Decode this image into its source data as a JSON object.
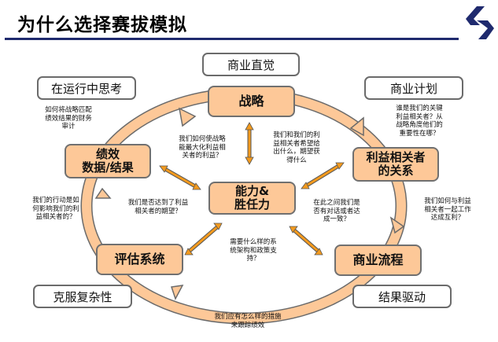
{
  "title": "为什么选择赛拔模拟",
  "logo": {
    "icon": "company-logo-icon",
    "color": "#1f2a6e"
  },
  "colors": {
    "ring_fill": "#fdc898",
    "node_fill": "#fdc898",
    "arrow": "#f39a1e",
    "border": "#707070",
    "rule": "#1f2a6e"
  },
  "outer_labels": {
    "top": "商业直觉",
    "top_left": "在运行中思考",
    "top_right": "商业计划",
    "bottom_left": "克服复杂性",
    "bottom_right": "结果驱动"
  },
  "nodes": {
    "strategy": "战略",
    "stakeholder_line1": "利益相关者",
    "stakeholder_line2": "的关系",
    "process": "商业流程",
    "evaluation": "评估系统",
    "performance_line1": "绩效",
    "performance_line2": "数据/结果",
    "center_line1": "能力&",
    "center_line2": "胜任力"
  },
  "notes": {
    "top_left": [
      "如何将战略匹配",
      "绩效结果的财务",
      "审计"
    ],
    "top_right": [
      "谁是我们的关键",
      "利益相关者？从",
      "战略角度他们的",
      "重要性在哪？"
    ],
    "inner_top_left": [
      "我们如何使战略",
      "能最大化利益相",
      "关者的利益？"
    ],
    "inner_top_right": [
      "我们和我们的利",
      "益相关者希望给",
      "出什么，期望获",
      "得什么"
    ],
    "inner_left": [
      "我们是否达到了利益",
      "相关者的期望？"
    ],
    "inner_right": [
      "在此之间我们是",
      "否有对话或者达",
      "成一致？"
    ],
    "inner_bottom": [
      "需要什么样的系",
      "统架构和政策支",
      "持？"
    ],
    "left": [
      "我们的行动是如",
      "何影响我们的利",
      "益相关者的？"
    ],
    "right": [
      "我们如何与利益",
      "相关者一起工作",
      "达成互利？"
    ],
    "bottom": [
      "我们应有怎么样的措施",
      "来跟踪绩效"
    ]
  }
}
